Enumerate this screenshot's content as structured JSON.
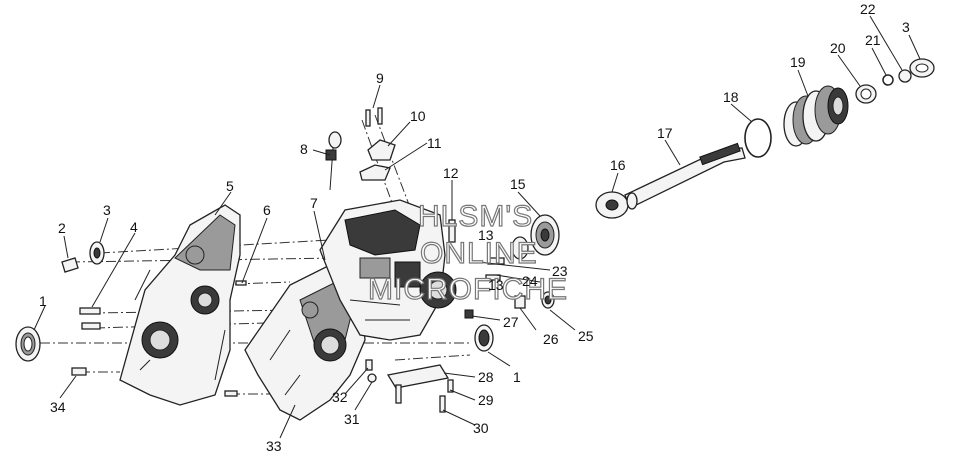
{
  "callouts": [
    "1",
    "2",
    "3",
    "4",
    "5",
    "6",
    "7",
    "8",
    "9",
    "10",
    "11",
    "12",
    "13",
    "15",
    "16",
    "17",
    "18",
    "19",
    "20",
    "21",
    "22",
    "3",
    "23",
    "24",
    "13",
    "25",
    "26",
    "27",
    "1",
    "28",
    "29",
    "30",
    "31",
    "32",
    "33",
    "34"
  ],
  "watermark": [
    "HLSM'S",
    "ONLINE",
    "MICROFICHE"
  ]
}
